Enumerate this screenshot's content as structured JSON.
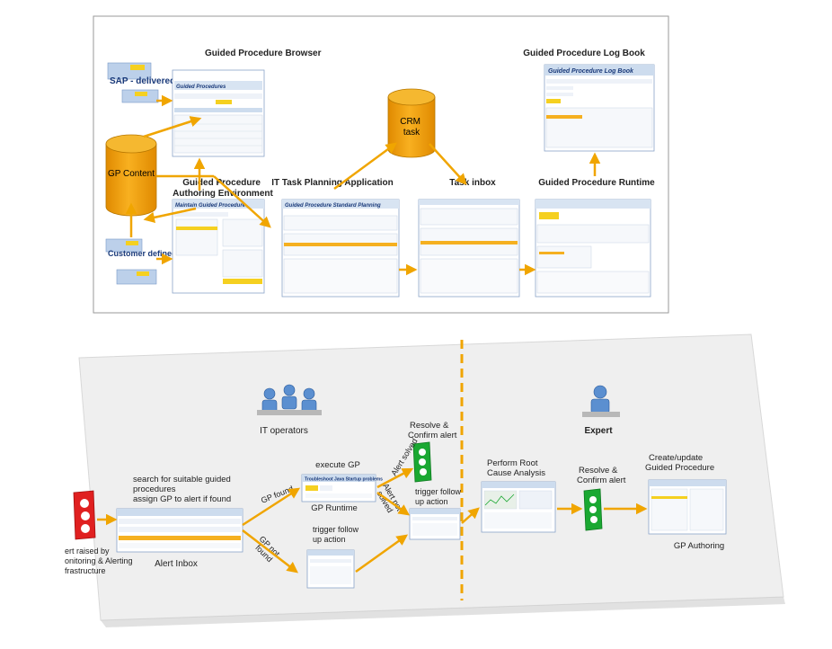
{
  "top_diagram": {
    "sap_gp_content": "SAP - delivered GP Content",
    "gp_content": "GP Content",
    "customer_gp_content": "Customer defined GP Content",
    "gp_browser": "Guided Procedure Browser",
    "gp_authoring": "Guided Procedure Authoring Environment",
    "it_task_planning": "IT Task Planning Application",
    "crm_task": "CRM task",
    "task_inbox": "Task inbox",
    "gp_runtime": "Guided Procedure Runtime",
    "gp_log_book": "Guided Procedure Log Book",
    "log_book_screen_title": "Guided Procedure Log Book",
    "browser_screen_title": "Guided Procedures",
    "authoring_screen_title": "Maintain Guided Procedure",
    "planning_screen_title": "Guided Procedure Standard Planning"
  },
  "bottom_diagram": {
    "it_operators": "IT operators",
    "expert": "Expert",
    "alert_raised": "ert raised by onitoring & Alerting frastructure",
    "search_text": "search for suitable guided procedures assign GP to alert if found",
    "alert_inbox": "Alert Inbox",
    "gp_found": "GP found",
    "gp_not_found": "GP not found",
    "execute_gp": "execute GP",
    "gp_runtime": "GP Runtime",
    "gp_runtime_screen_title": "Troubleshoot Java Startup problems",
    "trigger_follow_up_1": "trigger follow up action",
    "resolve_confirm_1": "Resolve & Confirm alert",
    "alert_solved": "Alert solved",
    "alert_not_solved": "Alert not solved",
    "trigger_follow_up_2": "trigger follow up action",
    "root_cause": "Perform Root Cause Analysis",
    "resolve_confirm_2": "Resolve & Confirm alert",
    "create_update_gp": "Create/update Guided Procedure",
    "gp_authoring": "GP Authoring"
  },
  "colors": {
    "arrow": "#f0a500",
    "cylinder": "#f2a000",
    "label_blue": "#1a3a7a",
    "traffic_red": "#e02020",
    "traffic_green": "#1aa832",
    "screen_header": "#5d86c0"
  }
}
